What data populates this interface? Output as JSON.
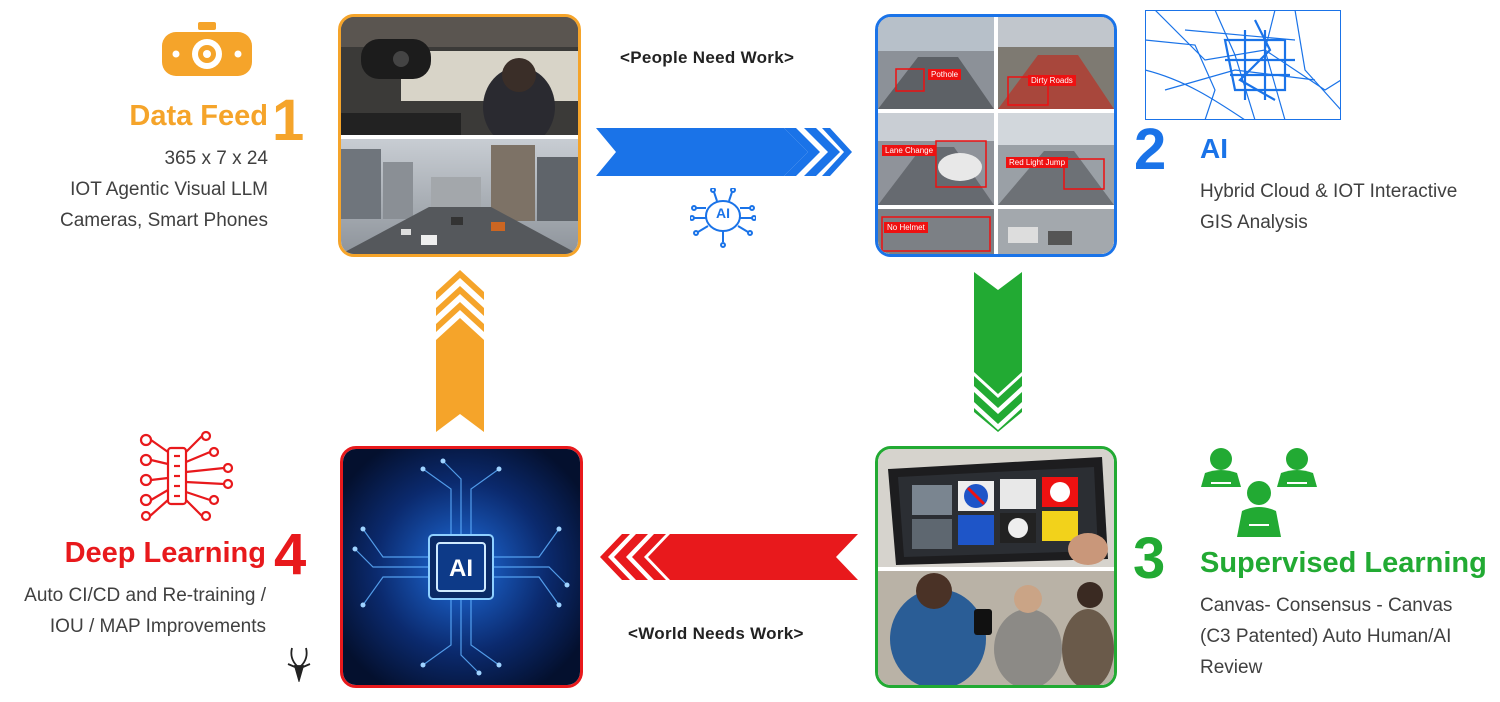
{
  "stages": {
    "data_feed": {
      "title": "Data Feed",
      "number": "1",
      "lines": [
        "365 x 7 x 24",
        "IOT Agentic Visual LLM",
        "Cameras, Smart Phones"
      ]
    },
    "ai": {
      "title": "AI",
      "number": "2",
      "lines": [
        "Hybrid Cloud & IOT Interactive",
        "GIS Analysis"
      ],
      "detections": [
        "Pothole",
        "Dirty Roads",
        "Lane Change",
        "Red Light Jump",
        "No Helmet"
      ]
    },
    "supervised": {
      "title": "Supervised Learning",
      "number": "3",
      "lines": [
        "Canvas- Consensus - Canvas",
        "(C3 Patented) Auto Human/AI",
        "Review"
      ]
    },
    "deep": {
      "title": "Deep Learning",
      "number": "4",
      "lines": [
        "Auto CI/CD and Re-training /",
        "IOU / MAP Improvements"
      ],
      "chip_label": "AI"
    }
  },
  "captions": {
    "top": "<People Need Work>",
    "bottom": "<World Needs Work>"
  },
  "ai_badge": "AI",
  "colors": {
    "orange": "#f5a42a",
    "blue": "#1a73e8",
    "green": "#22aa33",
    "red": "#e8191c"
  }
}
